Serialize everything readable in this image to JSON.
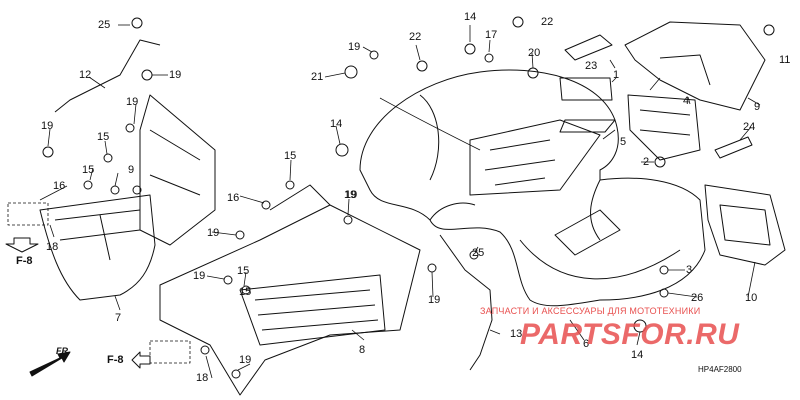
{
  "diagram": {
    "callouts": [
      {
        "text": "25",
        "key": "clip"
      },
      {
        "text": "12",
        "key": "rod"
      },
      {
        "text": "19",
        "key": "bolt"
      },
      {
        "text": "19",
        "key": "bolt"
      },
      {
        "text": "19",
        "key": "bolt"
      },
      {
        "text": "15",
        "key": "screw"
      },
      {
        "text": "15",
        "key": "screw"
      },
      {
        "text": "15",
        "key": "screw"
      },
      {
        "text": "16",
        "key": "nut"
      },
      {
        "text": "16",
        "key": "nut"
      },
      {
        "text": "9",
        "key": "bracket"
      },
      {
        "text": "18",
        "key": "clip"
      },
      {
        "text": "18",
        "key": "clip"
      },
      {
        "text": "7",
        "key": "mudguard"
      },
      {
        "text": "19",
        "key": "bolt"
      },
      {
        "text": "19",
        "key": "bolt"
      },
      {
        "text": "15",
        "key": "screw"
      },
      {
        "text": "15",
        "key": "screw"
      },
      {
        "text": "19",
        "key": "bolt"
      },
      {
        "text": "19",
        "key": "bolt"
      },
      {
        "text": "8",
        "key": "floorstep"
      },
      {
        "text": "21",
        "key": "grommet"
      },
      {
        "text": "19",
        "key": "bolt"
      },
      {
        "text": "22",
        "key": "clip"
      },
      {
        "text": "14",
        "key": "grommet"
      },
      {
        "text": "17",
        "key": "bolt"
      },
      {
        "text": "22",
        "key": "clip"
      },
      {
        "text": "20",
        "key": "clip"
      },
      {
        "text": "23",
        "key": "strap"
      },
      {
        "text": "1",
        "key": "fender"
      },
      {
        "text": "4",
        "key": "bracket"
      },
      {
        "text": "11",
        "key": "clip"
      },
      {
        "text": "9",
        "key": "cover"
      },
      {
        "text": "5",
        "key": "pad"
      },
      {
        "text": "24",
        "key": "strap"
      },
      {
        "text": "2",
        "key": "cap"
      },
      {
        "text": "14",
        "key": "grommet"
      },
      {
        "text": "19",
        "key": "bolt"
      },
      {
        "text": "25",
        "key": "clip"
      },
      {
        "text": "19",
        "key": "bolt"
      },
      {
        "text": "3",
        "key": "bolt"
      },
      {
        "text": "26",
        "key": "screw"
      },
      {
        "text": "10",
        "key": "lamp"
      },
      {
        "text": "13",
        "key": "rod"
      },
      {
        "text": "6",
        "key": "fender"
      },
      {
        "text": "14",
        "key": "grommet"
      }
    ],
    "frame_refs": [
      "F-8",
      "F-8"
    ],
    "front_arrow": "FR.",
    "watermark_text": "ЗАПЧАСТИ И АКСЕССУАРЫ ДЛЯ МОТОТЕХНИКИ",
    "watermark_logo": "PARTSFOR.RU",
    "drawing_code": "HP4AF2800"
  },
  "colors": {
    "ink": "#111111",
    "watermark": "#e8504f"
  }
}
